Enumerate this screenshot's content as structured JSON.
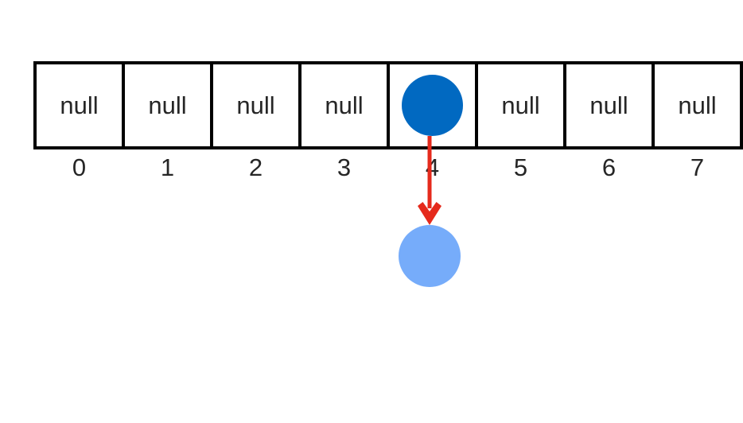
{
  "canvas": {
    "background": "#ffffff"
  },
  "hash_table": {
    "cell_count_visible": 8,
    "cells": [
      {
        "index": "0",
        "value": "null",
        "filled": false
      },
      {
        "index": "1",
        "value": "null",
        "filled": false
      },
      {
        "index": "2",
        "value": "null",
        "filled": false
      },
      {
        "index": "3",
        "value": "null",
        "filled": false
      },
      {
        "index": "4",
        "value": "",
        "filled": true
      },
      {
        "index": "5",
        "value": "null",
        "filled": false
      },
      {
        "index": "6",
        "value": "null",
        "filled": false
      },
      {
        "index": "7",
        "value": "null",
        "filled": false
      }
    ]
  },
  "insertion": {
    "target_index": "4",
    "arrow_direction": "down"
  },
  "colors": {
    "border": "#000000",
    "text": "#262626",
    "filled_entry": "#0169C1",
    "new_entry": "#76ACFA",
    "arrow": "#E52A1C",
    "background": "#ffffff"
  }
}
